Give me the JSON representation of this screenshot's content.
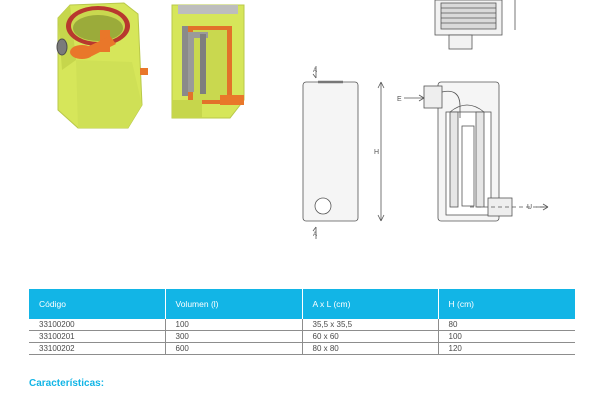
{
  "drawings": {
    "top_label": "A",
    "bottom_label": "A",
    "height_label": "H",
    "inlet_label": "E",
    "outlet_label": "U"
  },
  "table": {
    "headers": [
      "Código",
      "Volumen (l)",
      "A x L (cm)",
      "H (cm)"
    ],
    "rows": [
      [
        "33100200",
        "100",
        "35,5 x 35,5",
        "80"
      ],
      [
        "33100201",
        "300",
        "60 x 60",
        "100"
      ],
      [
        "33100202",
        "600",
        "80 x 80",
        "120"
      ]
    ]
  },
  "section": {
    "title": "Características:"
  },
  "colors": {
    "accent": "#12b5e6",
    "tank_yellow": "#d8e85a",
    "pipe_orange": "#e9772a",
    "rim_red": "#b8382e"
  }
}
